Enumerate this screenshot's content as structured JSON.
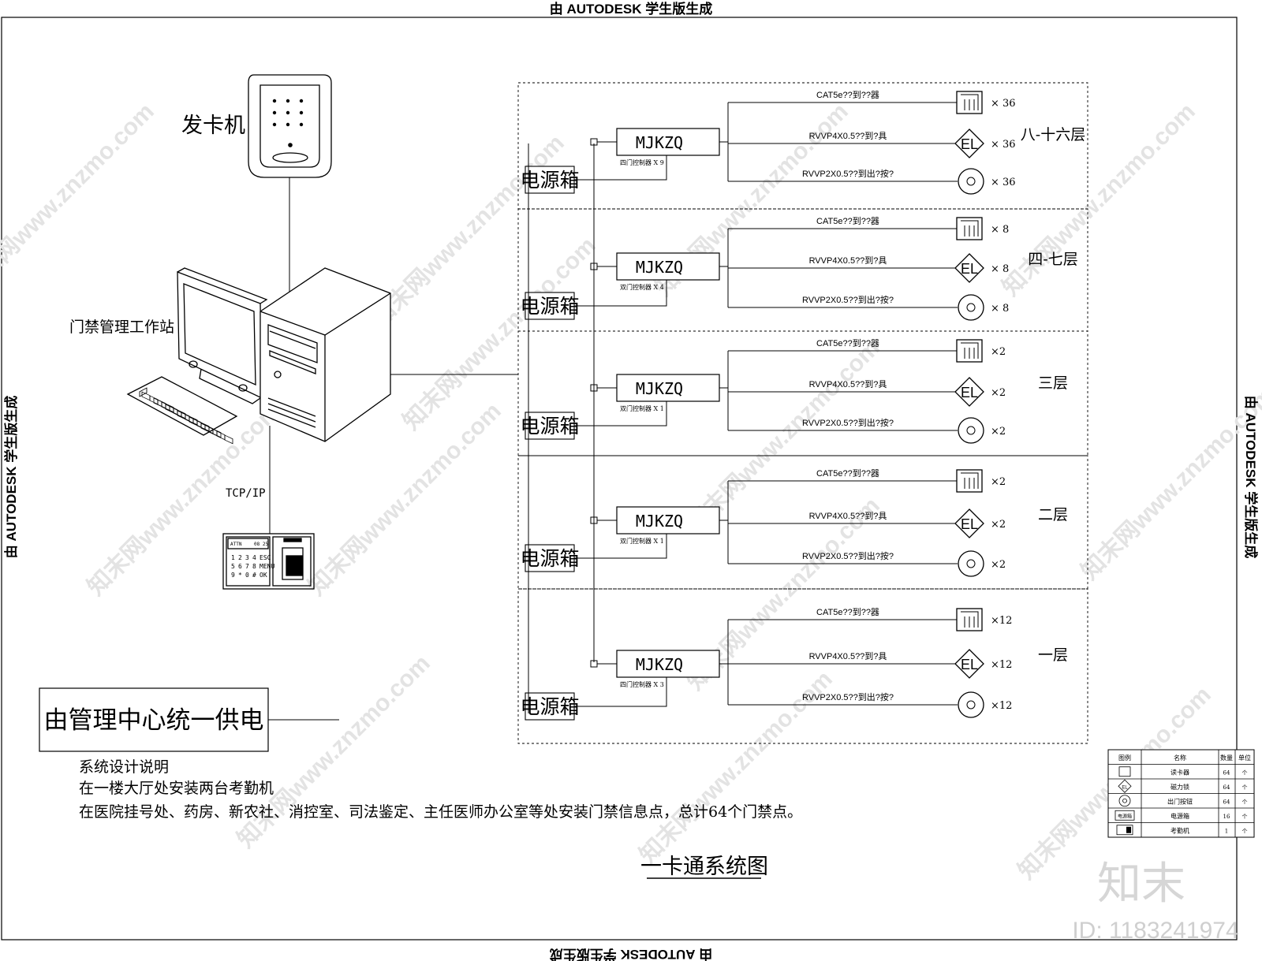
{
  "watermark": {
    "top": "由 AUTODESK 学生版生成",
    "bottom": "由 AUTODESK 学生版生成",
    "left": "由 AUTODESK 学生版生成",
    "right": "由 AUTODESK 学生版生成",
    "diag": "知末网www.znzmo.com",
    "logo": "知末",
    "id": "ID: 1183241974"
  },
  "devices": {
    "card_issuer": "发卡机",
    "workstation": "门禁管理工作站",
    "tcpip": "TCP/IP",
    "att_keys": [
      "1",
      "2",
      "3",
      "4",
      "ESC",
      "5",
      "6",
      "7",
      "8",
      "MENU",
      "9",
      "*",
      "0",
      "#",
      "OK"
    ],
    "att_small1": "ATTN",
    "att_small2": "08 25"
  },
  "floors": [
    {
      "name": "八-十六层",
      "ctrl": "MJKZQ",
      "psu": "电源箱",
      "ctrl_note": "四门控制器 X 9",
      "line1": "CAT5e??到??器",
      "line2": "RVVP4X0.5??到?具",
      "line3": "RVVP2X0.5??到出?按?",
      "q1": "× 36",
      "q2": "× 36",
      "q3": "× 36"
    },
    {
      "name": "四-七层",
      "ctrl": "MJKZQ",
      "psu": "电源箱",
      "ctrl_note": "双门控制器 X 4",
      "line1": "CAT5e??到??器",
      "line2": "RVVP4X0.5??到?具",
      "line3": "RVVP2X0.5??到出?按?",
      "q1": "× 8",
      "q2": "× 8",
      "q3": "× 8"
    },
    {
      "name": "三层",
      "ctrl": "MJKZQ",
      "psu": "电源箱",
      "ctrl_note": "双门控制器 X 1",
      "line1": "CAT5e??到??器",
      "line2": "RVVP4X0.5??到?具",
      "line3": "RVVP2X0.5??到出?按?",
      "q1": "×2",
      "q2": "×2",
      "q3": "×2"
    },
    {
      "name": "二层",
      "ctrl": "MJKZQ",
      "psu": "电源箱",
      "ctrl_note": "双门控制器 X 1",
      "line1": "CAT5e??到??器",
      "line2": "RVVP4X0.5??到?具",
      "line3": "RVVP2X0.5??到出?按?",
      "q1": "×2",
      "q2": "×2",
      "q3": "×2"
    },
    {
      "name": "一层",
      "ctrl": "MJKZQ",
      "psu": "电源箱",
      "ctrl_note": "四门控制器 X 3",
      "line1": "CAT5e??到??器",
      "line2": "RVVP4X0.5??到?具",
      "line3": "RVVP2X0.5??到出?按?",
      "q1": "×12",
      "q2": "×12",
      "q3": "×12"
    }
  ],
  "el_symbol": "EL",
  "power_note": "由管理中心统一供电",
  "notes": {
    "title": "系统设计说明",
    "line1": "在一楼大厅处安装两台考勤机",
    "line2": "在医院挂号处、药房、新农社、消控室、司法鉴定、主任医师办公室等处安装门禁信息点，总计64个门禁点。"
  },
  "diagram_title": "一卡通系统图",
  "legend": {
    "headers": [
      "图例",
      "名称",
      "数量",
      "单位"
    ],
    "rows": [
      {
        "name": "读卡器",
        "qty": "64",
        "unit": "个"
      },
      {
        "name": "磁力锁",
        "qty": "64",
        "unit": "个"
      },
      {
        "name": "出门按钮",
        "qty": "64",
        "unit": "个"
      },
      {
        "name": "电源箱",
        "qty": "16",
        "unit": "个"
      },
      {
        "name": "考勤机",
        "qty": "1",
        "unit": "个"
      }
    ],
    "psu_icon_text": "电源箱"
  }
}
